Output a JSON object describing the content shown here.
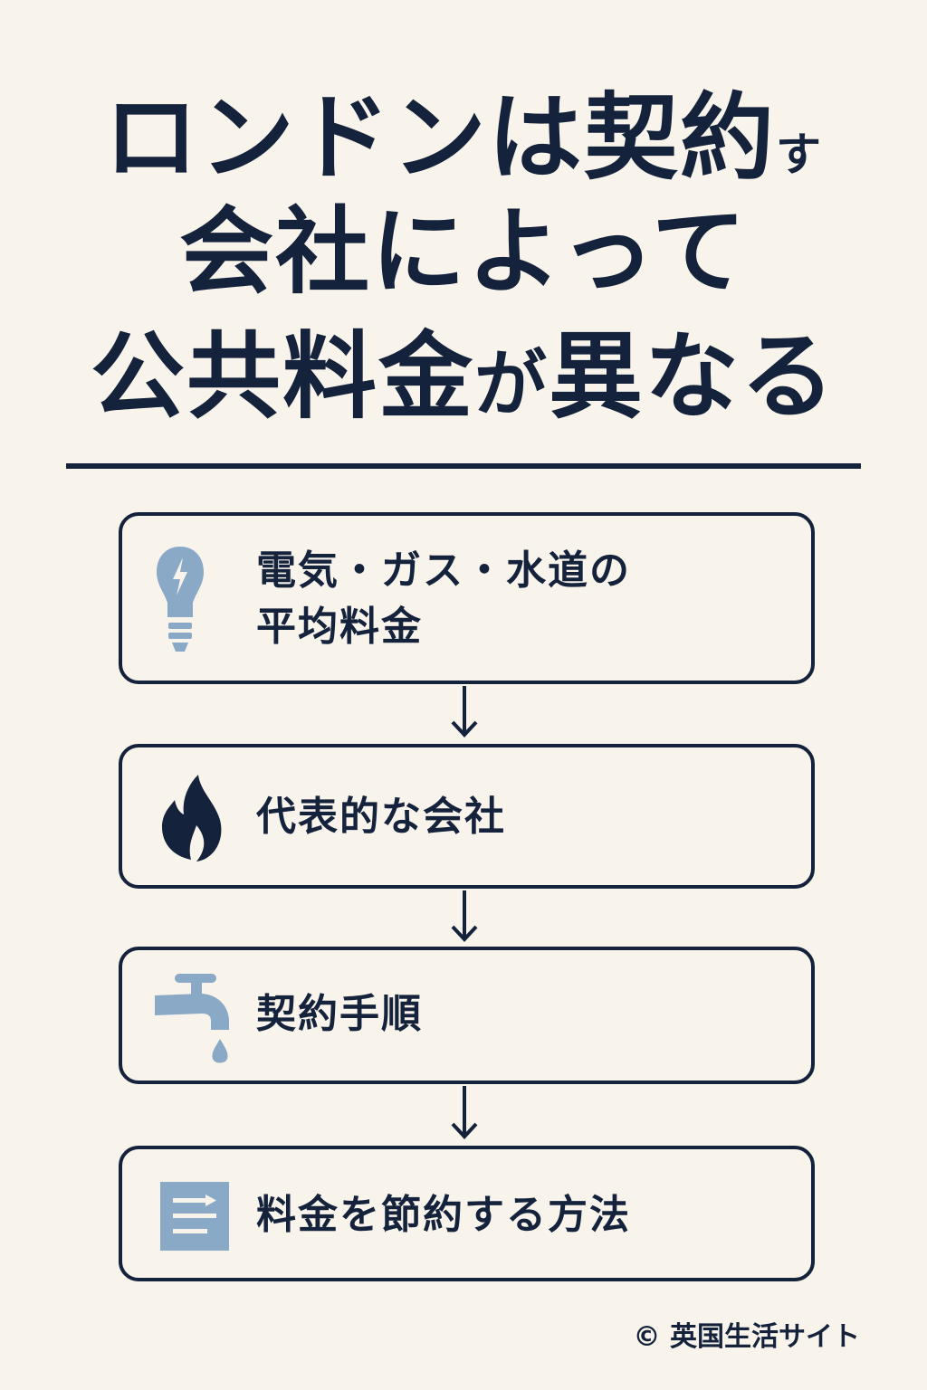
{
  "title": {
    "line1_main": "ロンドンは契約",
    "line1_small": "す",
    "line2": "会社によって",
    "line3_a": "公共料金",
    "line3_small": "が",
    "line3_b": "異なる"
  },
  "steps": [
    {
      "icon": "lightbulb-icon",
      "line1": "電気・ガス・水道の",
      "line2": "平均料金"
    },
    {
      "icon": "flame-icon",
      "line1": "代表的な会社"
    },
    {
      "icon": "faucet-icon",
      "line1": "契約手順"
    },
    {
      "icon": "list-arrow-icon",
      "line1": "料金を節約する方法"
    }
  ],
  "footer": {
    "text": "© 英国生活サイト"
  },
  "colors": {
    "navy": "#14223b",
    "accent_blue": "#8aa9c6",
    "background": "#f8f4ec"
  }
}
